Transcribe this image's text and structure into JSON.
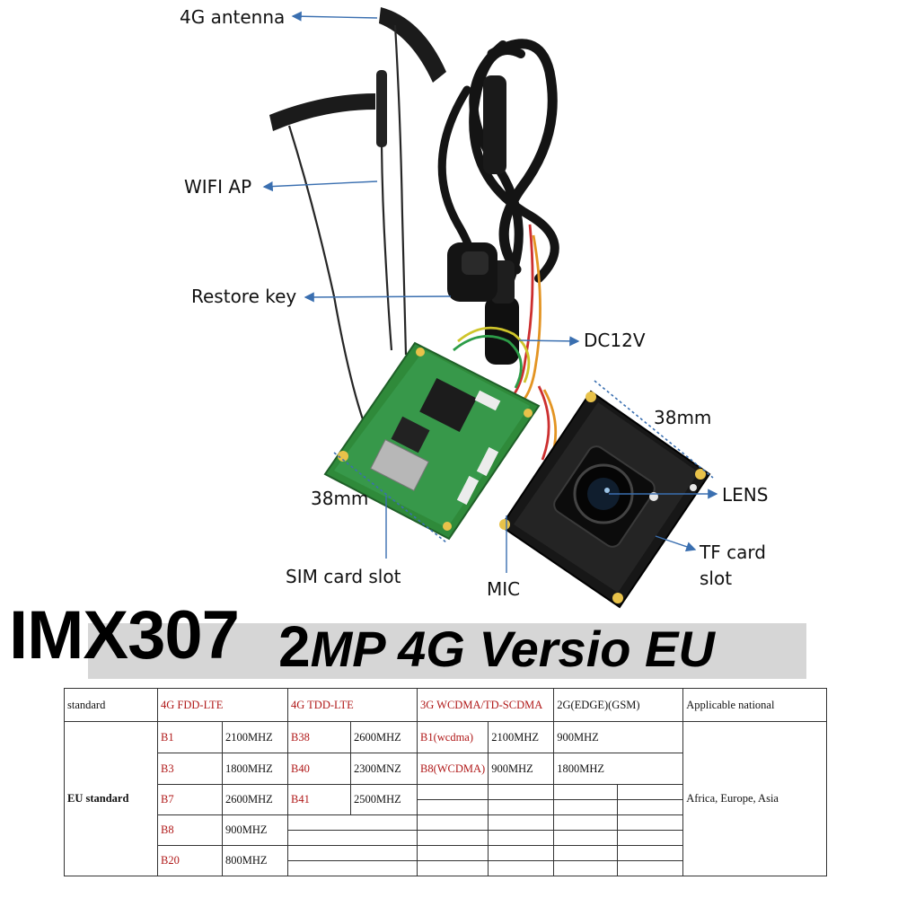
{
  "callouts": {
    "antenna_4g": "4G antenna",
    "wifi_ap": "WIFI AP",
    "restore_key": "Restore key",
    "dc12v": "DC12V",
    "dim_right": "38mm",
    "lens": "LENS",
    "dim_left": "38mm",
    "tf_card_line1": "TF card",
    "tf_card_line2": "slot",
    "sim_card_slot": "SIM card slot",
    "mic": "MIC"
  },
  "title": {
    "model": "IMX307",
    "banner_prefix": "2",
    "banner_rest": "MP 4G Versio EU"
  },
  "colors": {
    "pcb_green": "#2f8a3a",
    "pcb_black": "#1a1a1a",
    "band_red": "#b01818",
    "banner_gray": "#d6d6d6"
  },
  "table": {
    "headers": {
      "standard": "standard",
      "fdd": "4G FDD-LTE",
      "tdd": "4G TDD-LTE",
      "wcdma": "3G WCDMA/TD-SCDMA",
      "gsm": "2G(EDGE)(GSM)",
      "national": "Applicable national"
    },
    "region": "EU standard",
    "countries": "Africa, Europe, Asia",
    "fdd": [
      {
        "band": "B1",
        "freq": "2100MHZ"
      },
      {
        "band": "B3",
        "freq": "1800MHZ"
      },
      {
        "band": "B7",
        "freq": "2600MHZ"
      },
      {
        "band": "B8",
        "freq": "900MHZ"
      },
      {
        "band": "B20",
        "freq": "800MHZ"
      }
    ],
    "tdd": [
      {
        "band": "B38",
        "freq": "2600MHZ"
      },
      {
        "band": "B40",
        "freq": "2300MNZ"
      },
      {
        "band": "B41",
        "freq": "2500MHZ"
      }
    ],
    "wcdma": [
      {
        "band": "B1(wcdma)",
        "freq": "2100MHZ"
      },
      {
        "band": "B8(WCDMA)",
        "freq": "900MHZ"
      }
    ],
    "gsm": [
      "900MHZ",
      "1800MHZ"
    ]
  }
}
